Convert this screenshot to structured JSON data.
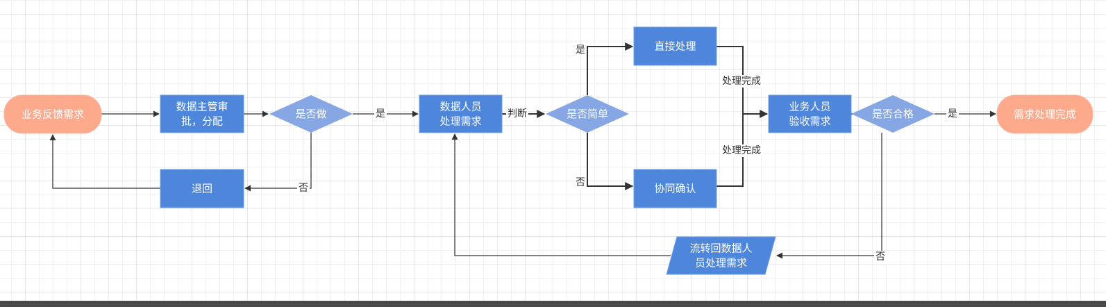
{
  "colors": {
    "process": "#4d86db",
    "process_border": "#6fa0e6",
    "decision": "#86a7e3",
    "terminal": "#fda98c",
    "terminal_border": "#f9b9a3",
    "edge": "#333333",
    "text_on_node": "#ffffff"
  },
  "nodes": [
    {
      "id": "start",
      "type": "terminal",
      "lines": [
        "业务反馈需求"
      ]
    },
    {
      "id": "approve",
      "type": "process",
      "lines": [
        "数据主管审",
        "批，分配"
      ]
    },
    {
      "id": "decide_do",
      "type": "decision",
      "lines": [
        "是否做"
      ]
    },
    {
      "id": "return",
      "type": "process",
      "lines": [
        "退回"
      ]
    },
    {
      "id": "handle",
      "type": "process",
      "lines": [
        "数据人员",
        "处理需求"
      ]
    },
    {
      "id": "decide_simple",
      "type": "decision",
      "lines": [
        "是否简单"
      ]
    },
    {
      "id": "direct",
      "type": "process",
      "lines": [
        "直接处理"
      ]
    },
    {
      "id": "collab",
      "type": "process",
      "lines": [
        "协同确认"
      ]
    },
    {
      "id": "accept",
      "type": "process",
      "lines": [
        "业务人员",
        "验收需求"
      ]
    },
    {
      "id": "decide_pass",
      "type": "decision",
      "lines": [
        "是否合格"
      ]
    },
    {
      "id": "end",
      "type": "terminal",
      "lines": [
        "需求处理完成"
      ]
    },
    {
      "id": "flowback",
      "type": "data",
      "lines": [
        "流转回数据人",
        "员处理需求"
      ]
    }
  ],
  "edges": [
    {
      "from": "start",
      "to": "approve",
      "label": ""
    },
    {
      "from": "approve",
      "to": "decide_do",
      "label": ""
    },
    {
      "from": "decide_do",
      "to": "handle",
      "label": "是"
    },
    {
      "from": "decide_do",
      "to": "return",
      "label": "否"
    },
    {
      "from": "return",
      "to": "start",
      "label": ""
    },
    {
      "from": "handle",
      "to": "decide_simple",
      "label": "判断"
    },
    {
      "from": "decide_simple",
      "to": "direct",
      "label": "是"
    },
    {
      "from": "decide_simple",
      "to": "collab",
      "label": "否"
    },
    {
      "from": "direct",
      "to": "accept",
      "label": "处理完成"
    },
    {
      "from": "collab",
      "to": "accept",
      "label": "处理完成"
    },
    {
      "from": "accept",
      "to": "decide_pass",
      "label": ""
    },
    {
      "from": "decide_pass",
      "to": "end",
      "label": "是"
    },
    {
      "from": "decide_pass",
      "to": "flowback",
      "label": "否"
    },
    {
      "from": "flowback",
      "to": "handle",
      "label": ""
    }
  ]
}
